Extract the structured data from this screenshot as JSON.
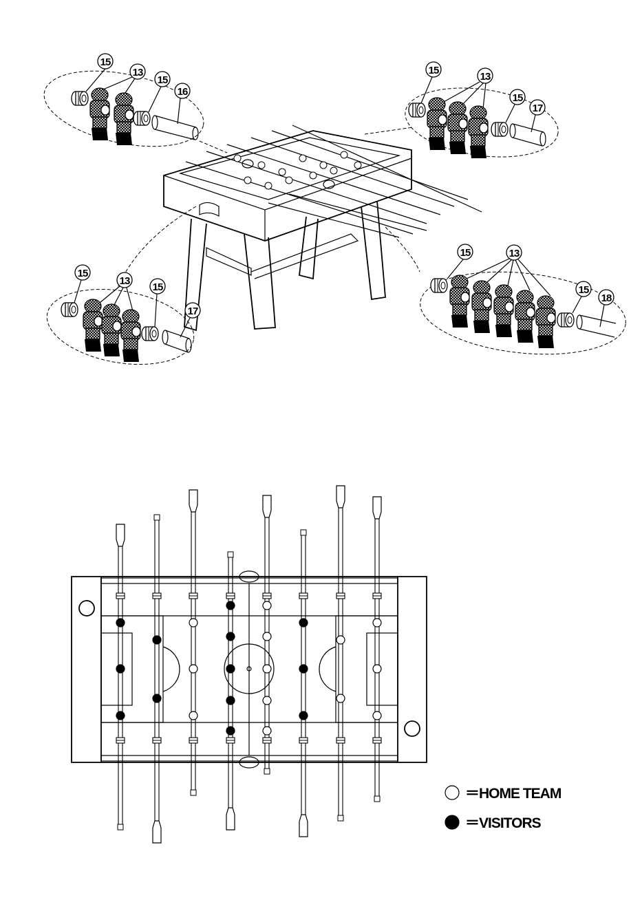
{
  "callouts": {
    "grp1": {
      "bumper_a": "15",
      "men": "13",
      "bumper_b": "15",
      "rod": "16"
    },
    "grp2": {
      "bumper_a": "15",
      "men": "13",
      "bumper_b": "15",
      "rod": "17"
    },
    "grp3": {
      "bumper_a": "15",
      "men": "13",
      "bumper_b": "15",
      "rod": "17"
    },
    "grp4": {
      "bumper_a": "15",
      "men": "13",
      "bumper_b": "15",
      "rod": "18"
    }
  },
  "legend": {
    "home": {
      "label": "＝HOME TEAM",
      "marker": "open-circle"
    },
    "visitors": {
      "label": "＝VISITORS",
      "marker": "filled-circle"
    }
  },
  "top_view": {
    "rods": [
      {
        "team": "visitors",
        "players": 3,
        "handle": "top"
      },
      {
        "team": "visitors",
        "players": 2,
        "handle": "bottom"
      },
      {
        "team": "home",
        "players": 3,
        "handle": "top"
      },
      {
        "team": "visitors",
        "players": 5,
        "handle": "bottom"
      },
      {
        "team": "home",
        "players": 5,
        "handle": "top"
      },
      {
        "team": "visitors",
        "players": 3,
        "handle": "bottom"
      },
      {
        "team": "home",
        "players": 2,
        "handle": "top"
      },
      {
        "team": "home",
        "players": 3,
        "handle": "top"
      }
    ]
  }
}
